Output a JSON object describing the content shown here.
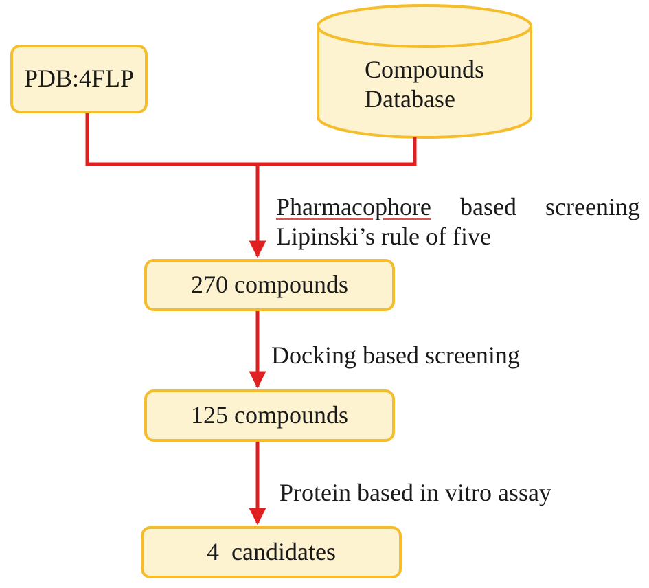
{
  "colors": {
    "box_fill": "#fdf3d0",
    "box_border": "#f5bd2c",
    "arrow": "#e02020"
  },
  "nodes": {
    "pdb": "PDB:4FLP",
    "database_line1": "Compounds",
    "database_line2": "Database",
    "compounds_270": "270 compounds",
    "compounds_125": "125 compounds",
    "candidates": "4  candidates"
  },
  "steps": {
    "pharmacophore_word": "Pharmacophore",
    "pharmacophore_rest_a": "based",
    "pharmacophore_rest_b": "screening",
    "lipinski": "Lipinski’s rule of five",
    "docking": "Docking based screening",
    "protein": "Protein based in vitro assay"
  }
}
